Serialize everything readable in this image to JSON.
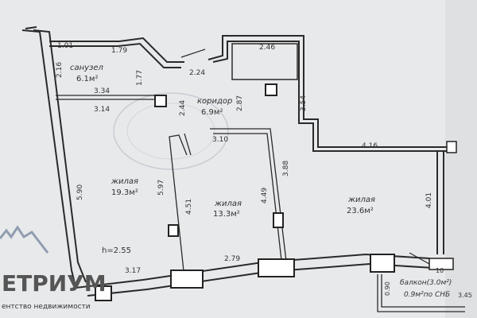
{
  "rooms": {
    "bathroom": {
      "name": "санузел",
      "area": "6.1м²"
    },
    "corridor": {
      "name": "коридор",
      "area": "6.9м²"
    },
    "living1": {
      "name": "жилая",
      "area": "19.3м²"
    },
    "living2": {
      "name": "жилая",
      "area": "13.3м²"
    },
    "living3": {
      "name": "жилая",
      "area": "23.6м²"
    },
    "balcony": {
      "name": "балкон(3.0м²)",
      "area": "0.9м²по СНБ"
    }
  },
  "dimensions": {
    "d101": "1.01",
    "d179": "1.79",
    "d216": "2.16",
    "d177": "1.77",
    "d334": "3.34",
    "d314": "3.14",
    "d224": "2.24",
    "d244": "2.44",
    "d287": "2.87",
    "d246": "2.46",
    "d354": "3.54",
    "d310": "3.10",
    "d388": "3.88",
    "d416": "4.16",
    "d590": "5.90",
    "d597": "5.97",
    "d451": "4.51",
    "d449": "4.49",
    "d401": "4.01",
    "d279": "2.79",
    "d317": "3.17",
    "d090": "0.90",
    "d345": "3.45",
    "d10": "10"
  },
  "ceiling_height": "h=2.55",
  "brand": {
    "name": "ЕТРИУМ",
    "tagline": "ентство недвижимости"
  }
}
